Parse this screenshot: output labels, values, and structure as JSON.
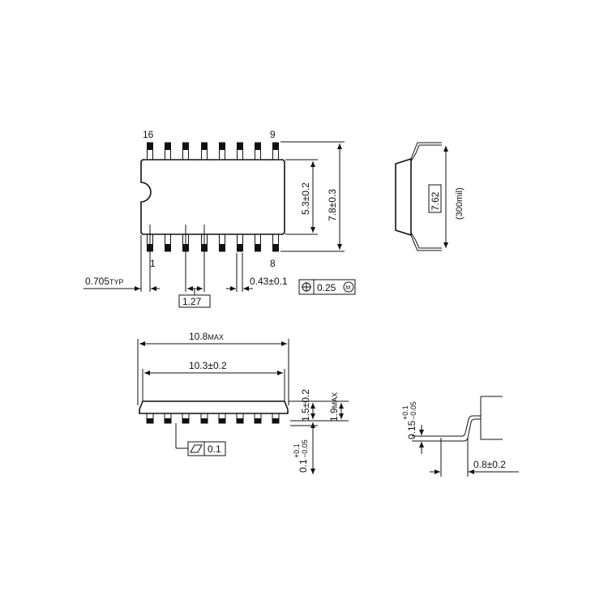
{
  "top_view": {
    "pin_16": "16",
    "pin_9": "9",
    "pin_1": "1",
    "pin_8": "8",
    "body_width": "5.3±0.2",
    "total_width": "7.8±0.3",
    "lead_offset_value": "0.705",
    "lead_offset_suffix": "TYP",
    "pitch": "1.27",
    "lead_width": "0.43±0.1",
    "position_tolerance": "0.25",
    "position_modifier": "M"
  },
  "end_view": {
    "row_spacing": "7.62",
    "row_spacing_note": "(300mil)"
  },
  "side_view": {
    "overall_length_value": "10.8",
    "overall_length_suffix": "MAX",
    "body_length": "10.3±0.2",
    "body_height": "1.5±0.2",
    "max_height_value": "1.9",
    "max_height_suffix": "MAX",
    "standoff_main": "0.1",
    "standoff_plus": "+0.1",
    "standoff_minus": "−0.05",
    "flatness": "0.1"
  },
  "lead_detail": {
    "thickness_main": "0.15",
    "thickness_plus": "+0.1",
    "thickness_minus": "−0.05",
    "foot_length": "0.8±0.2"
  }
}
